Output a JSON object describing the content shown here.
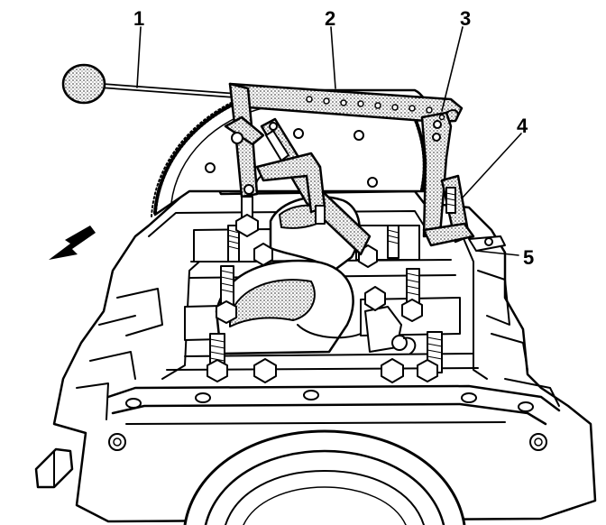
{
  "callouts": [
    {
      "id": "1",
      "label": "1"
    },
    {
      "id": "2",
      "label": "2"
    },
    {
      "id": "3",
      "label": "3"
    },
    {
      "id": "4",
      "label": "4"
    },
    {
      "id": "5",
      "label": "5"
    }
  ],
  "icons": {
    "direction_arrow": "arrow-down-left-icon"
  },
  "colors": {
    "ink": "#000000",
    "background": "#ffffff",
    "stipple": "#9a9a9a"
  }
}
